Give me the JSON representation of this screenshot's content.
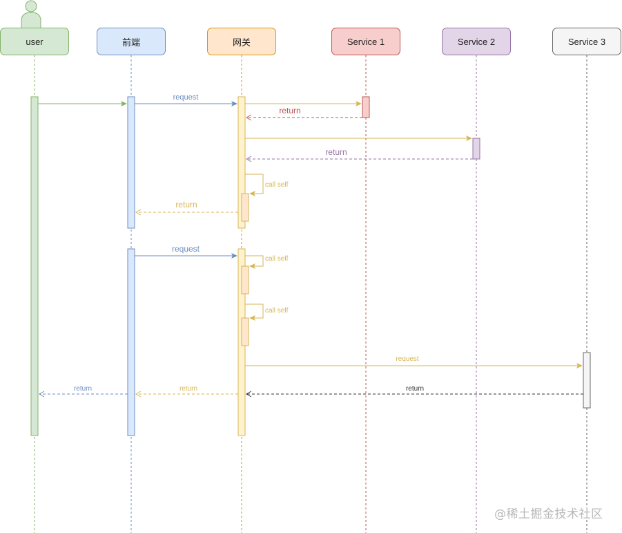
{
  "participants": [
    {
      "id": "user",
      "label": "user",
      "fill": "#d5e8d4",
      "stroke": "#82b366",
      "actor": true
    },
    {
      "id": "frontend",
      "label": "前端",
      "fill": "#dae8fc",
      "stroke": "#6c8ebf"
    },
    {
      "id": "gateway",
      "label": "网关",
      "fill": "#ffe6cc",
      "stroke": "#d79b00"
    },
    {
      "id": "service1",
      "label": "Service 1",
      "fill": "#f8cecc",
      "stroke": "#b85450"
    },
    {
      "id": "service2",
      "label": "Service 2",
      "fill": "#e1d5e7",
      "stroke": "#9673a6"
    },
    {
      "id": "service3",
      "label": "Service 3",
      "fill": "#f5f5f5",
      "stroke": "#666666"
    }
  ],
  "messages": [
    {
      "label": "",
      "color": "#82b366"
    },
    {
      "label": "request",
      "color": "#6c8ebf"
    },
    {
      "label": "",
      "color": "#d6b656"
    },
    {
      "label": "return",
      "color": "#b85450"
    },
    {
      "label": "",
      "color": "#d6b656"
    },
    {
      "label": "return",
      "color": "#9673a6"
    },
    {
      "label": "call self",
      "color": "#d6b656"
    },
    {
      "label": "return",
      "color": "#d6b656"
    },
    {
      "label": "request",
      "color": "#6c8ebf"
    },
    {
      "label": "call self",
      "color": "#d6b656"
    },
    {
      "label": "call self",
      "color": "#d6b656"
    },
    {
      "label": "request",
      "color": "#d6b656"
    },
    {
      "label": "return",
      "color": "#333333"
    },
    {
      "label": "return",
      "color": "#d6b656"
    },
    {
      "label": "return",
      "color": "#6c8ebf"
    }
  ],
  "watermark": "@稀土掘金技术社区"
}
